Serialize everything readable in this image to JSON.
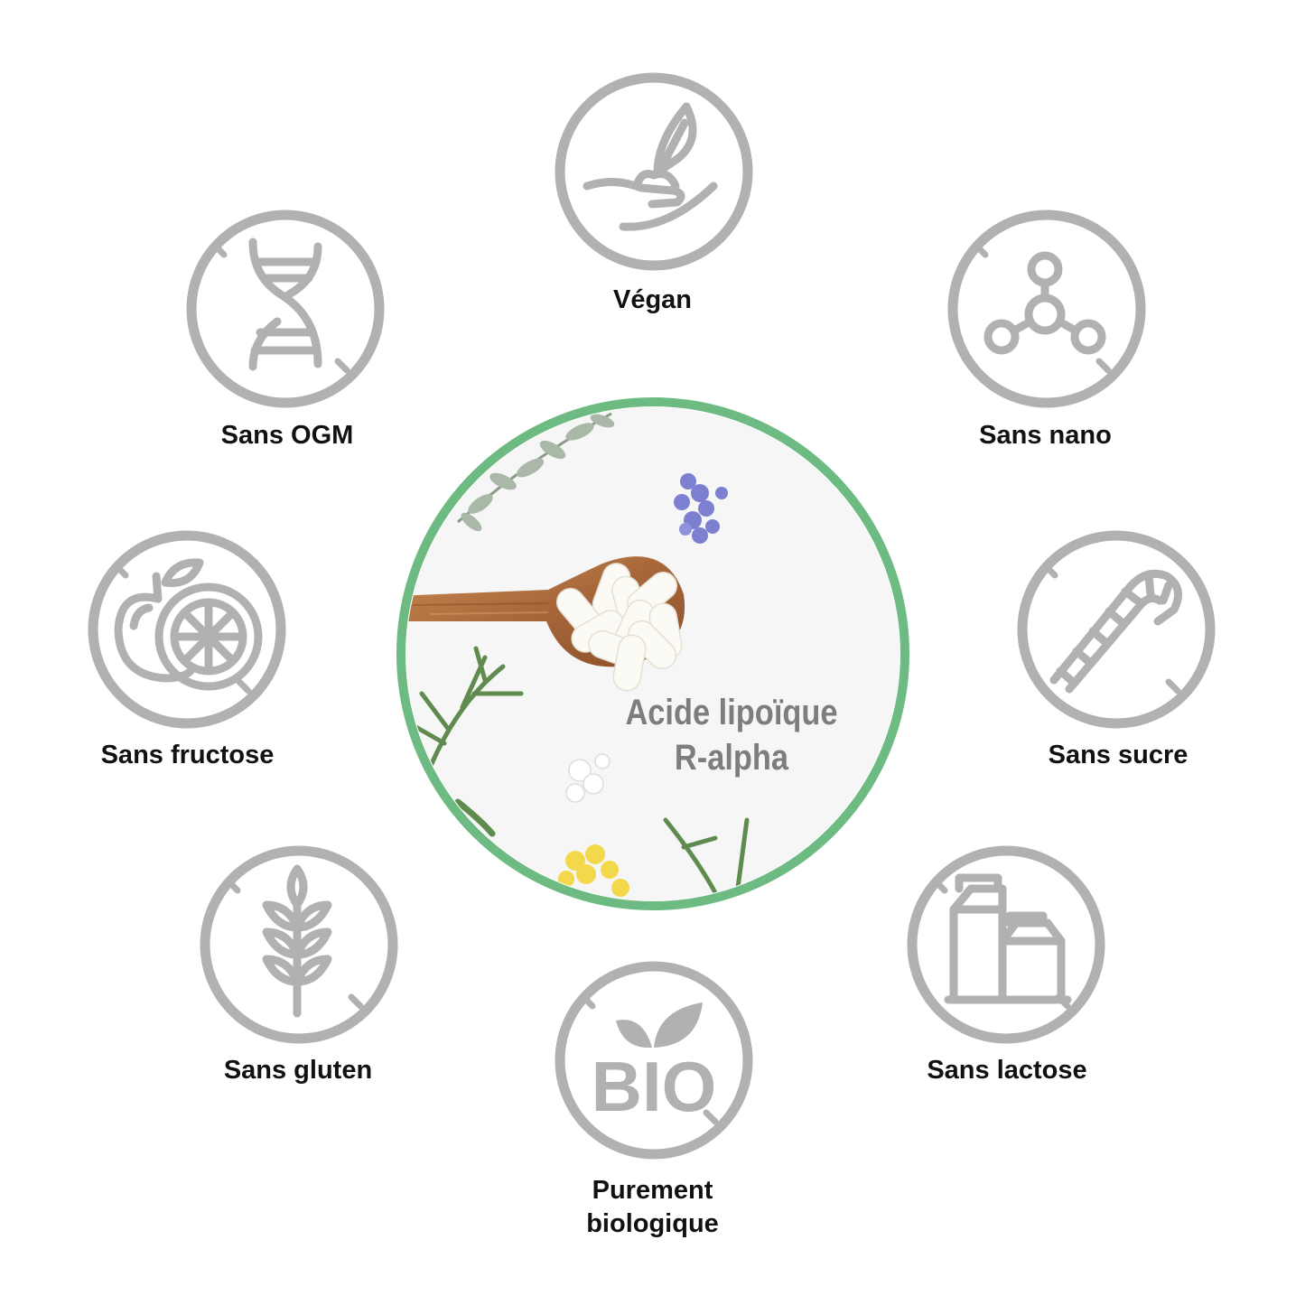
{
  "colors": {
    "icon_gray": "#b1b1b1",
    "label_text": "#111111",
    "center_ring": "#6dbb82",
    "product_text": "#7d7d7d",
    "background": "#ffffff"
  },
  "center": {
    "image": "capsules-on-wooden-spoon-with-herbs-and-flowers",
    "product_name": {
      "line1": "Acide lipoïque",
      "line2": "R-alpha"
    }
  },
  "badges": [
    {
      "id": "vegan",
      "icon": "hand-plant-icon",
      "label": "Végan"
    },
    {
      "id": "nano",
      "icon": "molecule-icon",
      "label": "Sans nano"
    },
    {
      "id": "sugar",
      "icon": "candy-cane-icon",
      "label": "Sans sucre"
    },
    {
      "id": "lactose",
      "icon": "milk-cartons-icon",
      "label": "Sans lactose"
    },
    {
      "id": "bio",
      "icon": "bio-leaf-icon",
      "label_line1": "Purement",
      "label_line2": "biologique",
      "logo_text": "BIO"
    },
    {
      "id": "gluten",
      "icon": "wheat-icon",
      "label": "Sans gluten"
    },
    {
      "id": "fructose",
      "icon": "fruit-icon",
      "label": "Sans fructose"
    },
    {
      "id": "gmo",
      "icon": "dna-icon",
      "label": "Sans OGM"
    }
  ]
}
